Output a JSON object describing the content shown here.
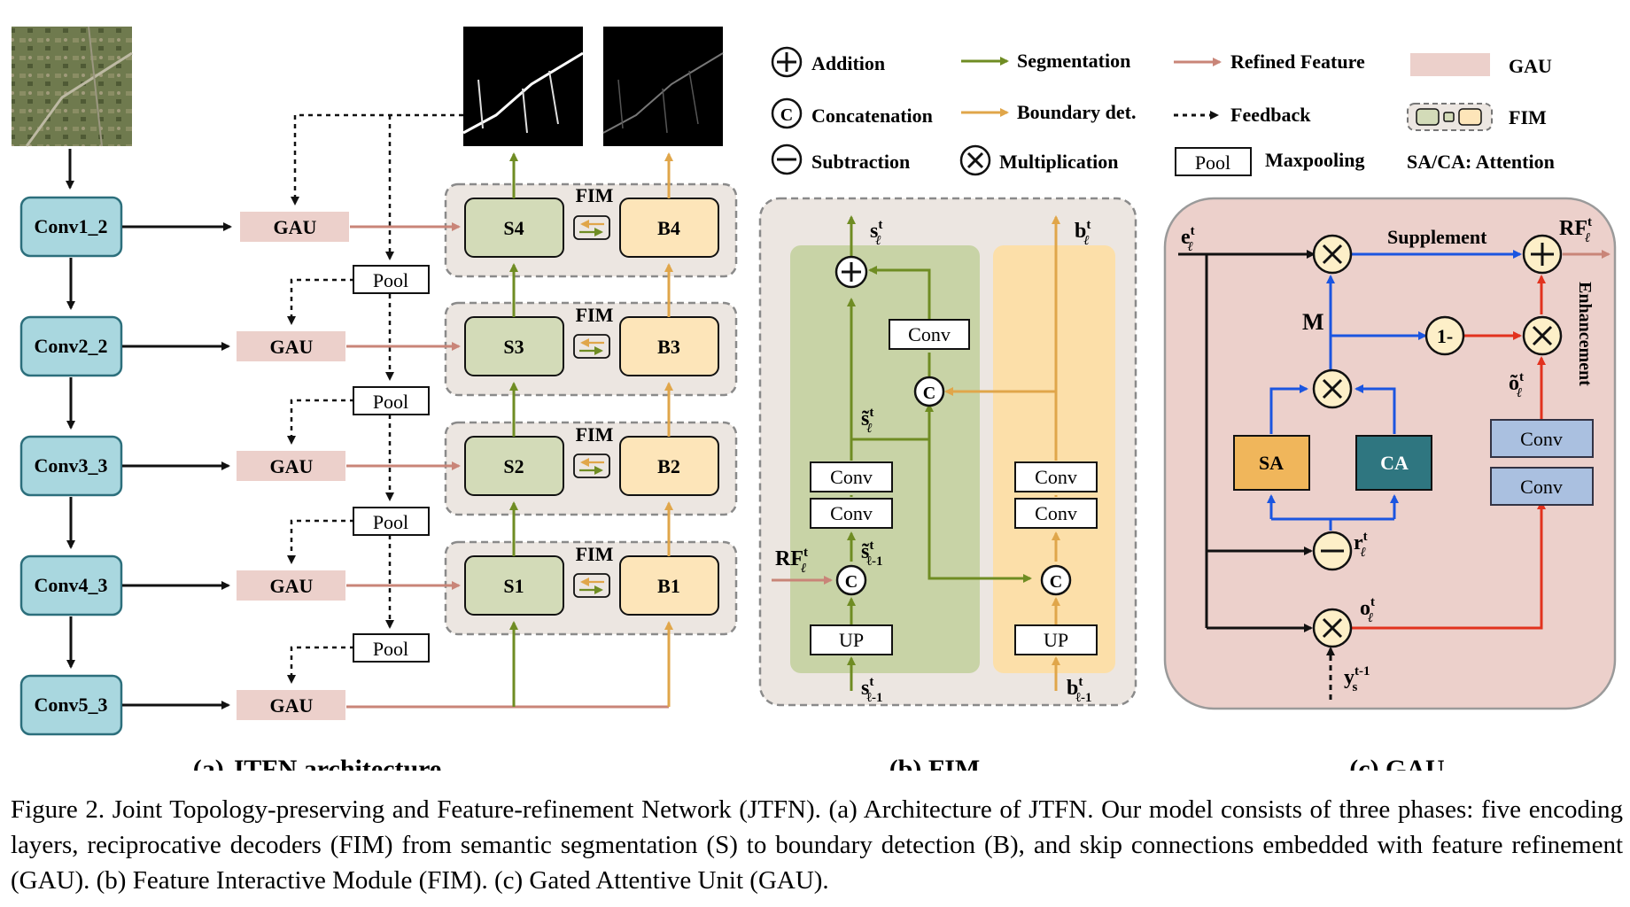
{
  "legend": {
    "addition": "Addition",
    "concatenation": "Concatenation",
    "subtraction": "Subtraction",
    "segmentation": "Segmentation",
    "boundary": "Boundary det.",
    "multiplication": "Multiplication",
    "refined": "Refined Feature",
    "feedback": "Feedback",
    "pool_box": "Pool",
    "maxpooling": "Maxpooling",
    "gau": "GAU",
    "fim": "FIM",
    "attention": "SA/CA: Attention"
  },
  "encoder": [
    "Conv1_2",
    "Conv2_2",
    "Conv3_3",
    "Conv4_3",
    "Conv5_3"
  ],
  "gau_label": "GAU",
  "pool_label": "Pool",
  "fim_label": "FIM",
  "seg_nodes": [
    "S4",
    "S3",
    "S2",
    "S1"
  ],
  "bnd_nodes": [
    "B4",
    "B3",
    "B2",
    "B1"
  ],
  "fim_panel": {
    "conv": "Conv",
    "up": "UP",
    "c": "C",
    "s_out": "s",
    "b_out": "b",
    "rf": "RF",
    "s_tilde": "s̃",
    "s_tilde_prev": "s̃",
    "s_in": "s",
    "b_in": "b",
    "sup_t": "t",
    "sub_l": "ℓ",
    "sub_l1": "ℓ-1"
  },
  "gau_panel": {
    "e": "e",
    "supplement": "Supplement",
    "rf": "RF",
    "m": "M",
    "one_minus": "1-",
    "enhancement": "Enhancement",
    "o_tilde": "õ",
    "conv": "Conv",
    "sa": "SA",
    "ca": "CA",
    "r": "r",
    "o": "o",
    "y": "y",
    "y_sup": "t-1",
    "y_sub": "s"
  },
  "subtitles": {
    "a": "(a) JTFN architecture",
    "b": "(b) FIM",
    "c": "(c) GAU"
  },
  "caption": "Figure 2.   Joint Topology-preserving and Feature-refinement Network (JTFN). (a) Architecture of JTFN. Our model consists of three phases: five encoding layers, reciprocative decoders (FIM) from semantic segmentation (S) to boundary detection (B), and skip connections embedded with feature refinement (GAU). (b) Feature Interactive Module (FIM). (c) Gated Attentive Unit (GAU).",
  "colors": {
    "seg": "#6f8c23",
    "bnd": "#e0a64a",
    "refined": "#c98578",
    "enc_fill": "#a9d7df",
    "enc_stroke": "#2c6f7c",
    "seg_fill": "#d3dbb8",
    "bnd_fill": "#fde5b9",
    "gau_fill": "#ecd0cb",
    "blue": "#1b55e0",
    "red": "#e2321e",
    "sa_fill": "#f0b65b",
    "ca_fill": "#2f7680",
    "convblue": "#aac0e0"
  }
}
